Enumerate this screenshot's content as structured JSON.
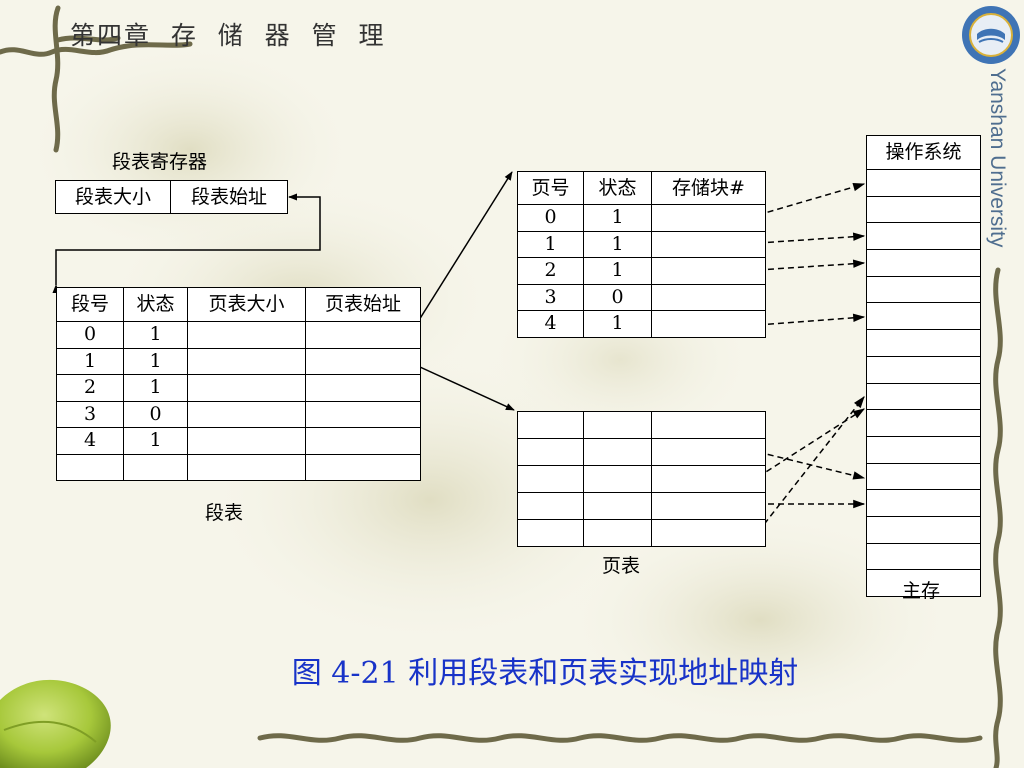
{
  "header": {
    "chapter": "第四章  存  储  器  管  理",
    "university": "Yanshan University",
    "logo_icon": "yanshan-university-logo"
  },
  "diagram": {
    "seg_register": {
      "title": "段表寄存器",
      "cells": [
        "段表大小",
        "段表始址"
      ]
    },
    "seg_table": {
      "caption": "段表",
      "headers": [
        "段号",
        "状态",
        "页表大小",
        "页表始址"
      ],
      "rows": [
        [
          "0",
          "1",
          "",
          ""
        ],
        [
          "1",
          "1",
          "",
          ""
        ],
        [
          "2",
          "1",
          "",
          ""
        ],
        [
          "3",
          "0",
          "",
          ""
        ],
        [
          "4",
          "1",
          "",
          ""
        ],
        [
          "",
          "",
          "",
          ""
        ]
      ]
    },
    "page_table_1": {
      "headers": [
        "页号",
        "状态",
        "存储块#"
      ],
      "rows": [
        [
          "0",
          "1",
          ""
        ],
        [
          "1",
          "1",
          ""
        ],
        [
          "2",
          "1",
          ""
        ],
        [
          "3",
          "0",
          ""
        ],
        [
          "4",
          "1",
          ""
        ]
      ]
    },
    "page_table_2": {
      "caption": "页表",
      "rows": [
        [
          "",
          "",
          ""
        ],
        [
          "",
          "",
          ""
        ],
        [
          "",
          "",
          ""
        ],
        [
          "",
          "",
          ""
        ],
        [
          "",
          "",
          ""
        ]
      ]
    },
    "memory": {
      "caption": "主存",
      "header": "操作系统"
    }
  },
  "caption": "图 4-21 利用段表和页表实现地址映射",
  "colors": {
    "caption": "#1833c8",
    "university": "#4f6e8f",
    "background": "#f6f5ea",
    "leaf": "#a7c83b",
    "vine": "#6e6a4a"
  }
}
